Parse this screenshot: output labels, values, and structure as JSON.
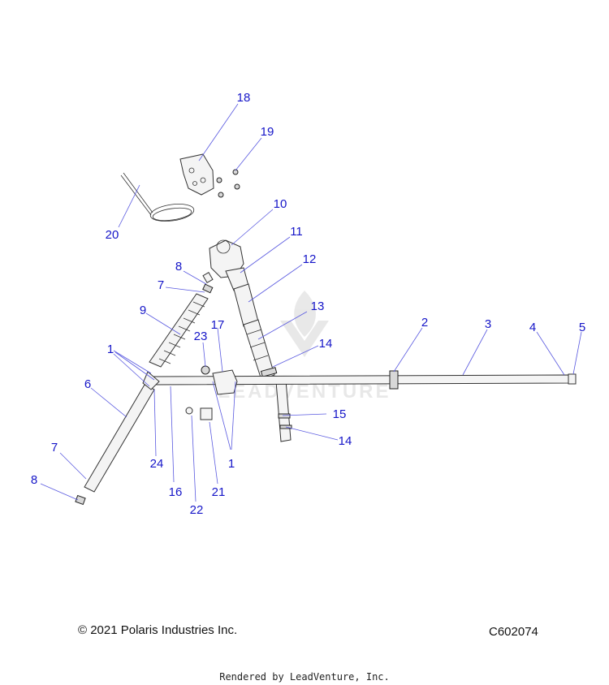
{
  "watermark": "LEADVENTURE",
  "callouts": [
    {
      "id": "c18",
      "label": "18"
    },
    {
      "id": "c19",
      "label": "19"
    },
    {
      "id": "c20",
      "label": "20"
    },
    {
      "id": "c10",
      "label": "10"
    },
    {
      "id": "c11",
      "label": "11"
    },
    {
      "id": "c12",
      "label": "12"
    },
    {
      "id": "c8a",
      "label": "8"
    },
    {
      "id": "c7a",
      "label": "7"
    },
    {
      "id": "c9",
      "label": "9"
    },
    {
      "id": "c13",
      "label": "13"
    },
    {
      "id": "c14a",
      "label": "14"
    },
    {
      "id": "c2",
      "label": "2"
    },
    {
      "id": "c3",
      "label": "3"
    },
    {
      "id": "c4",
      "label": "4"
    },
    {
      "id": "c5",
      "label": "5"
    },
    {
      "id": "c23",
      "label": "23"
    },
    {
      "id": "c17",
      "label": "17"
    },
    {
      "id": "c1a",
      "label": "1"
    },
    {
      "id": "c6",
      "label": "6"
    },
    {
      "id": "c15",
      "label": "15"
    },
    {
      "id": "c14b",
      "label": "14"
    },
    {
      "id": "c24",
      "label": "24"
    },
    {
      "id": "c1b",
      "label": "1"
    },
    {
      "id": "c7b",
      "label": "7"
    },
    {
      "id": "c8b",
      "label": "8"
    },
    {
      "id": "c16",
      "label": "16"
    },
    {
      "id": "c21",
      "label": "21"
    },
    {
      "id": "c22",
      "label": "22"
    }
  ],
  "footer": {
    "copyright": "© 2021 Polaris Industries Inc.",
    "figure_code": "C602074",
    "rendered_by": "Rendered by LeadVenture, Inc."
  }
}
